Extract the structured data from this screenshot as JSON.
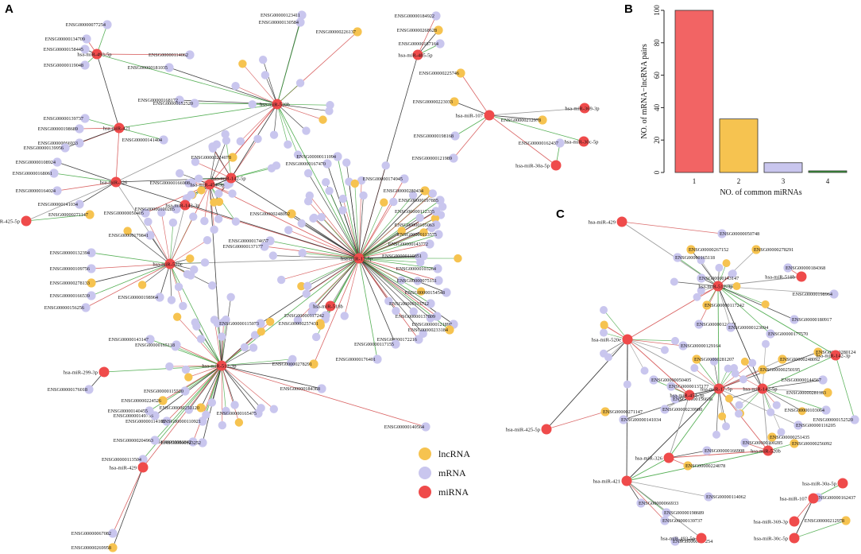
{
  "panels": {
    "a": "A",
    "b": "B",
    "c": "C"
  },
  "colors": {
    "lncRNA": "#f6c350",
    "mRNA": "#c9c6ee",
    "miRNA": "#ef4b4b",
    "edge_green": "#3aa23a",
    "edge_red": "#d24848",
    "edge_black": "#1f1f1f",
    "edge_gray": "#8a8a8a"
  },
  "legend": [
    {
      "label": "lncRNA",
      "kind": "lncRNA"
    },
    {
      "label": "mRNA",
      "kind": "mRNA"
    },
    {
      "label": "miRNA",
      "kind": "miRNA"
    }
  ],
  "networkA": {
    "hubs": [
      {
        "id": "m520b",
        "label": "hsa-miR-520b"
      },
      {
        "id": "m485",
        "label": "hsa-miR-485-5p"
      },
      {
        "id": "m493",
        "label": "hsa-miR-493-5p"
      },
      {
        "id": "m421",
        "label": "hsa-miR-421"
      },
      {
        "id": "m326",
        "label": "hsa-miR-326"
      },
      {
        "id": "m454",
        "label": "hsa-miR-454-3p"
      },
      {
        "id": "m1425",
        "label": "hsa-miR-142-5p"
      },
      {
        "id": "m1423",
        "label": "hsa-miR-142-3p"
      },
      {
        "id": "m425",
        "label": "hsa-miR-425-5p"
      },
      {
        "id": "m520e",
        "label": "hsa-miR-520e"
      },
      {
        "id": "m17",
        "label": "hsa-miR-17-5p"
      },
      {
        "id": "m518b",
        "label": "hsa-miR-518b"
      },
      {
        "id": "m512",
        "label": "hsa-miR-512-3p"
      },
      {
        "id": "m299",
        "label": "hsa-miR-299-3p"
      },
      {
        "id": "m429",
        "label": "hsa-miR-429"
      },
      {
        "id": "m107",
        "label": "hsa-miR-107"
      },
      {
        "id": "m369",
        "label": "hsa-miR-369-3p"
      },
      {
        "id": "m30c",
        "label": "hsa-miR-30c-5p"
      },
      {
        "id": "m30a",
        "label": "hsa-miR-30a-5p"
      }
    ],
    "labeled_nodes": [
      {
        "label": "ENSG00000077254",
        "kind": "mRNA"
      },
      {
        "label": "ENSG00000134709",
        "kind": "mRNA"
      },
      {
        "label": "ENSG00000158445",
        "kind": "mRNA"
      },
      {
        "label": "ENSG00000119048",
        "kind": "mRNA"
      },
      {
        "label": "ENSG00000114062",
        "kind": "mRNA"
      },
      {
        "label": "ENSG00000181035",
        "kind": "mRNA"
      },
      {
        "label": "ENSG00000139737",
        "kind": "mRNA"
      },
      {
        "label": "ENSG00000198689",
        "kind": "mRNA"
      },
      {
        "label": "ENSG00000168172",
        "kind": "mRNA"
      },
      {
        "label": "ENSG00000152520",
        "kind": "mRNA"
      },
      {
        "label": "ENSG00000066933",
        "kind": "mRNA"
      },
      {
        "label": "ENSG00000139956",
        "kind": "mRNA"
      },
      {
        "label": "ENSG00000141404",
        "kind": "mRNA"
      },
      {
        "label": "ENSG00000224078",
        "kind": "lncRNA"
      },
      {
        "label": "ENSG00000108924",
        "kind": "mRNA"
      },
      {
        "label": "ENSG00000168061",
        "kind": "mRNA"
      },
      {
        "label": "ENSG00000164024",
        "kind": "mRNA"
      },
      {
        "label": "ENSG00000141034",
        "kind": "mRNA"
      },
      {
        "label": "ENSG00000271147",
        "kind": "lncRNA"
      },
      {
        "label": "ENSG00000050405",
        "kind": "mRNA"
      },
      {
        "label": "ENSG00000179841",
        "kind": "mRNA"
      },
      {
        "label": "ENSG00000132394",
        "kind": "mRNA"
      },
      {
        "label": "ENSG00000109756",
        "kind": "mRNA"
      },
      {
        "label": "ENSG00000278133",
        "kind": "lncRNA"
      },
      {
        "label": "ENSG00000166539",
        "kind": "mRNA"
      },
      {
        "label": "ENSG00000156256",
        "kind": "mRNA"
      },
      {
        "label": "ENSG00000198964",
        "kind": "mRNA"
      },
      {
        "label": "ENSG00000143147",
        "kind": "mRNA"
      },
      {
        "label": "ENSG00000165118",
        "kind": "mRNA"
      },
      {
        "label": "ENSG00000176018",
        "kind": "mRNA"
      },
      {
        "label": "ENSG00000115520",
        "kind": "mRNA"
      },
      {
        "label": "ENSG00000184922",
        "kind": "mRNA"
      },
      {
        "label": "ENSG00000268628",
        "kind": "lncRNA"
      },
      {
        "label": "ENSG00000187164",
        "kind": "mRNA"
      },
      {
        "label": "ENSG00000226137",
        "kind": "lncRNA"
      },
      {
        "label": "ENSG00000123411",
        "kind": "mRNA"
      },
      {
        "label": "ENSG00000130584",
        "kind": "mRNA"
      },
      {
        "label": "ENSG00000225746",
        "kind": "lncRNA"
      },
      {
        "label": "ENSG00000223033",
        "kind": "lncRNA"
      },
      {
        "label": "ENSG00000198168",
        "kind": "mRNA"
      },
      {
        "label": "ENSG00000121989",
        "kind": "mRNA"
      },
      {
        "label": "ENSG00000212978",
        "kind": "lncRNA"
      },
      {
        "label": "ENSG00000162437",
        "kind": "mRNA"
      },
      {
        "label": "ENSG00000174945",
        "kind": "mRNA"
      },
      {
        "label": "ENSG00000280434",
        "kind": "lncRNA"
      },
      {
        "label": "ENSG00000197885",
        "kind": "mRNA"
      },
      {
        "label": "ENSG00000112335",
        "kind": "mRNA"
      },
      {
        "label": "ENSG00000105063",
        "kind": "mRNA"
      },
      {
        "label": "ENSG00000113575",
        "kind": "mRNA"
      },
      {
        "label": "ENSG00000143772",
        "kind": "mRNA"
      },
      {
        "label": "ENSG00000110851",
        "kind": "mRNA"
      },
      {
        "label": "ENSG00000103264",
        "kind": "mRNA"
      },
      {
        "label": "ENSG00000075151",
        "kind": "mRNA"
      },
      {
        "label": "ENSG00000154548",
        "kind": "mRNA"
      },
      {
        "label": "ENSG00000113712",
        "kind": "mRNA"
      },
      {
        "label": "ENSG00000137809",
        "kind": "mRNA"
      },
      {
        "label": "ENSG00000121897",
        "kind": "mRNA"
      },
      {
        "label": "ENSG00000233184",
        "kind": "lncRNA"
      },
      {
        "label": "ENSG00000172216",
        "kind": "mRNA"
      },
      {
        "label": "ENSG00000117155",
        "kind": "mRNA"
      },
      {
        "label": "ENSG00000176401",
        "kind": "mRNA"
      },
      {
        "label": "ENSG00000278291",
        "kind": "lncRNA"
      },
      {
        "label": "ENSG00000184368",
        "kind": "mRNA"
      },
      {
        "label": "ENSG00000257431",
        "kind": "lncRNA"
      },
      {
        "label": "ENSG00000117242",
        "kind": "mRNA"
      },
      {
        "label": "ENSG00000115073",
        "kind": "mRNA"
      },
      {
        "label": "ENSG00000174657",
        "kind": "mRNA"
      },
      {
        "label": "ENSG00000137177",
        "kind": "mRNA"
      },
      {
        "label": "ENSG00000248092",
        "kind": "lncRNA"
      },
      {
        "label": "ENSG00000100285",
        "kind": "mRNA"
      },
      {
        "label": "ENSG00000166908",
        "kind": "mRNA"
      },
      {
        "label": "ENSG00000167470",
        "kind": "mRNA"
      },
      {
        "label": "ENSG00000111094",
        "kind": "mRNA"
      },
      {
        "label": "ENSG00000140564",
        "kind": "mRNA"
      },
      {
        "label": "ENSG00000165475",
        "kind": "mRNA"
      },
      {
        "label": "ENSG00000113504",
        "kind": "mRNA"
      },
      {
        "label": "ENSG00000081842",
        "kind": "mRNA"
      },
      {
        "label": "ENSG00000123252",
        "kind": "mRNA"
      },
      {
        "label": "ENSG00000204963",
        "kind": "mRNA"
      },
      {
        "label": "ENSG00000114166",
        "kind": "mRNA"
      },
      {
        "label": "ENSG00000149735",
        "kind": "mRNA"
      },
      {
        "label": "ENSG00000140455",
        "kind": "mRNA"
      },
      {
        "label": "ENSG00000224526",
        "kind": "lncRNA"
      },
      {
        "label": "ENSG00000250120",
        "kind": "lncRNA"
      },
      {
        "label": "ENSG00000110921",
        "kind": "mRNA"
      },
      {
        "label": "ENSG00000067082",
        "kind": "mRNA"
      },
      {
        "label": "ENSG00000269958",
        "kind": "lncRNA"
      }
    ]
  },
  "networkC": {
    "hubs": [
      {
        "id": "c429",
        "label": "hsa-miR-429"
      },
      {
        "id": "c518b",
        "label": "hsa-miR-518b"
      },
      {
        "id": "c512",
        "label": "hsa-miR-512-3p"
      },
      {
        "id": "c520e",
        "label": "hsa-miR-520e"
      },
      {
        "id": "c1423",
        "label": "hsa-miR-142-3p"
      },
      {
        "id": "c17",
        "label": "hsa-miR-17-5p"
      },
      {
        "id": "c1425",
        "label": "hsa-miR-142-5p"
      },
      {
        "id": "c454",
        "label": "hsa-miR-454-3p"
      },
      {
        "id": "c425",
        "label": "hsa-miR-425-5p"
      },
      {
        "id": "c326",
        "label": "hsa-miR-326"
      },
      {
        "id": "c520b",
        "label": "hsa-miR-520b"
      },
      {
        "id": "c421",
        "label": "hsa-miR-421"
      },
      {
        "id": "c493",
        "label": "hsa-miR-493-5p"
      },
      {
        "id": "c30a",
        "label": "hsa-miR-30a-5p"
      },
      {
        "id": "c107",
        "label": "hsa-miR-107"
      },
      {
        "id": "c369",
        "label": "hsa-miR-369-3p"
      },
      {
        "id": "c30c",
        "label": "hsa-miR-30c-5p"
      }
    ],
    "labeled_nodes": [
      {
        "label": "ENSG00000050748",
        "kind": "mRNA"
      },
      {
        "label": "ENSG00000267152",
        "kind": "lncRNA"
      },
      {
        "label": "ENSG00000278291",
        "kind": "lncRNA"
      },
      {
        "label": "ENSG00000165118",
        "kind": "mRNA"
      },
      {
        "label": "ENSG00000184368",
        "kind": "mRNA"
      },
      {
        "label": "ENSG00000143147",
        "kind": "mRNA"
      },
      {
        "label": "ENSG00000198964",
        "kind": "mRNA"
      },
      {
        "label": "ENSG00000117242",
        "kind": "lncRNA"
      },
      {
        "label": "ENSG00000124151",
        "kind": "mRNA"
      },
      {
        "label": "ENSG00000180917",
        "kind": "mRNA"
      },
      {
        "label": "ENSG00000123694",
        "kind": "mRNA"
      },
      {
        "label": "ENSG00000177570",
        "kind": "mRNA"
      },
      {
        "label": "ENSG00000129164",
        "kind": "mRNA"
      },
      {
        "label": "ENSG00000280124",
        "kind": "lncRNA"
      },
      {
        "label": "ENSG00000248092",
        "kind": "lncRNA"
      },
      {
        "label": "ENSG00000281207",
        "kind": "lncRNA"
      },
      {
        "label": "ENSG00000250195",
        "kind": "lncRNA"
      },
      {
        "label": "ENSG00000144567",
        "kind": "mRNA"
      },
      {
        "label": "ENSG00000281183",
        "kind": "lncRNA"
      },
      {
        "label": "ENSG00000050405",
        "kind": "mRNA"
      },
      {
        "label": "ENSG00000137177",
        "kind": "mRNA"
      },
      {
        "label": "ENSG00000156636",
        "kind": "mRNA"
      },
      {
        "label": "ENSG00000239900",
        "kind": "mRNA"
      },
      {
        "label": "ENSG00000103064",
        "kind": "mRNA"
      },
      {
        "label": "ENSG00000271147",
        "kind": "lncRNA"
      },
      {
        "label": "ENSG00000141034",
        "kind": "mRNA"
      },
      {
        "label": "ENSG00000116205",
        "kind": "mRNA"
      },
      {
        "label": "ENSG00000152520",
        "kind": "mRNA"
      },
      {
        "label": "ENSG00000100285",
        "kind": "mRNA"
      },
      {
        "label": "ENSG00000166908",
        "kind": "mRNA"
      },
      {
        "label": "ENSG00000251435",
        "kind": "lncRNA"
      },
      {
        "label": "ENSG00000256092",
        "kind": "lncRNA"
      },
      {
        "label": "ENSG00000224078",
        "kind": "lncRNA"
      },
      {
        "label": "ENSG00000066933",
        "kind": "mRNA"
      },
      {
        "label": "ENSG00000114062",
        "kind": "mRNA"
      },
      {
        "label": "ENSG00000198689",
        "kind": "mRNA"
      },
      {
        "label": "ENSG00000139737",
        "kind": "mRNA"
      },
      {
        "label": "ENSG00000077254",
        "kind": "mRNA"
      },
      {
        "label": "ENSG00000162437",
        "kind": "mRNA"
      },
      {
        "label": "ENSG00000212978",
        "kind": "lncRNA"
      }
    ]
  },
  "chart_data": {
    "type": "bar",
    "categories": [
      "1",
      "2",
      "3",
      "4"
    ],
    "values": [
      100,
      33,
      6,
      1
    ],
    "bar_colors": [
      "#f26464",
      "#f6c350",
      "#c9c6ee",
      "#3aa23a"
    ],
    "xlabel": "NO. of common miRNAs",
    "ylabel": "NO. of mRNA−lncRNA pairs",
    "ylim": [
      0,
      100
    ],
    "yticks": [
      0,
      20,
      40,
      60,
      80,
      100
    ],
    "grid": false
  }
}
